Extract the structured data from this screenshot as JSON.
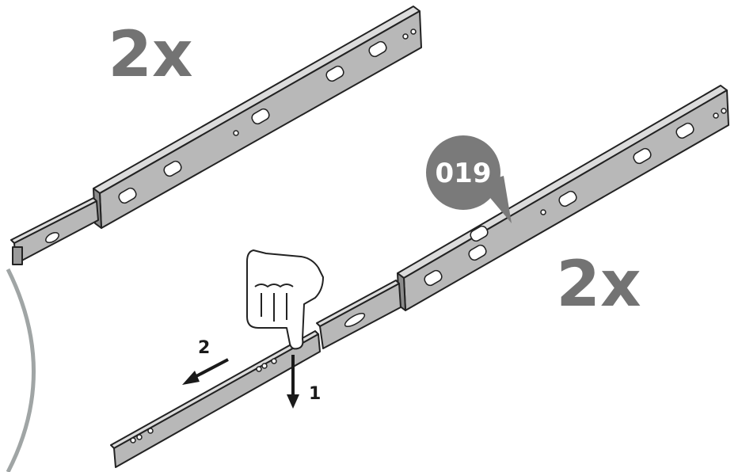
{
  "quantity_top": "2x",
  "quantity_bottom": "2x",
  "part_number": "019",
  "step_1": "1",
  "step_2": "2",
  "colors": {
    "rail_face": "#b8b8b8",
    "rail_top": "#dcdcdc",
    "rail_dark": "#8c8c8c",
    "outline": "#222222",
    "badge": "#7a7a7a",
    "qty_text": "#737373",
    "circle": "#a0a5a5"
  },
  "icons": [
    "pointing-hand-icon",
    "arrow-down-icon",
    "arrow-left-icon"
  ]
}
